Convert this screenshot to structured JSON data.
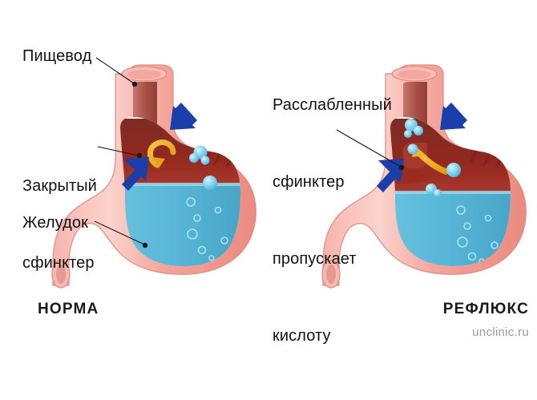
{
  "diagram": {
    "subject": "gastroesophageal-reflux-comparison",
    "background_color": "#ffffff",
    "watermark": "unclinic.ru",
    "watermark_color": "#9a9a9a"
  },
  "labels": {
    "esophagus": "Пищевод",
    "closed_sphincter_line1": "Закрытый",
    "closed_sphincter_line2": "сфинктер",
    "stomach": "Желудок",
    "relaxed_line1": "Расслабленный",
    "relaxed_line2": "сфинктер",
    "relaxed_line3": "пропускает",
    "relaxed_line4": "кислоту",
    "text_color": "#111111"
  },
  "panels": {
    "left_title": "НОРМА",
    "right_title": "РЕФЛЮКС",
    "title_color": "#1a1a1a"
  },
  "colors": {
    "stomach_wall_pink": "#f4a8a0",
    "stomach_wall_light": "#f9c9c2",
    "stomach_wall_highlight": "#fde4e0",
    "stomach_wall_edge": "#e8877d",
    "inner_white": "#ffffff",
    "acid_dark_red": "#8e2420",
    "acid_mid_red": "#a83c30",
    "liquid_blue": "#5bb8d8",
    "liquid_blue_dark": "#49a6c8",
    "bubble_cyan": "#7fd4ee",
    "arrow_blue": "#1a3faa",
    "arrow_yellow": "#e8a317",
    "pointer_black": "#1a1a1a",
    "mucosa_rose": "#d98c86"
  },
  "left_panel": {
    "name": "normal-anatomy",
    "sphincter_state": "closed",
    "acid_direction": "circulating-inside-stomach",
    "yellow_arrow": "curved-loop-inside-stomach",
    "blue_arrows": 2,
    "bubbles_in_esophagus": 0,
    "bubbles_in_stomach": 2
  },
  "right_panel": {
    "name": "reflux-anatomy",
    "sphincter_state": "relaxed-open",
    "acid_direction": "rising-into-esophagus",
    "yellow_arrow": "upward-through-sphincter",
    "blue_arrows": 2,
    "bubbles_in_esophagus": 3,
    "bubbles_in_stomach": 3
  }
}
